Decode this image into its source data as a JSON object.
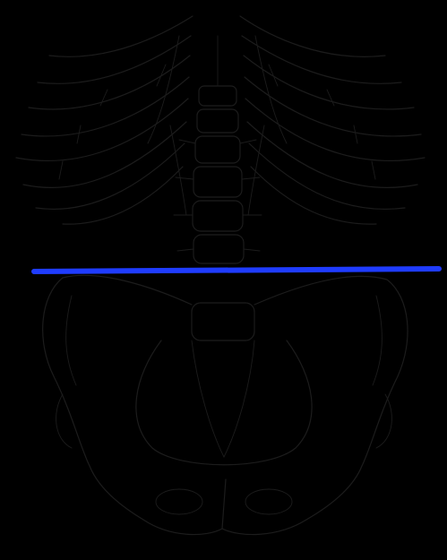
{
  "figure": {
    "background_color": "#000000",
    "line_art_color": "#1c1c1c",
    "marker_color": "#1f3cff",
    "elements": [
      "rib-cage",
      "lumbar-spine",
      "pelvis",
      "horizontal-reference-line"
    ]
  }
}
